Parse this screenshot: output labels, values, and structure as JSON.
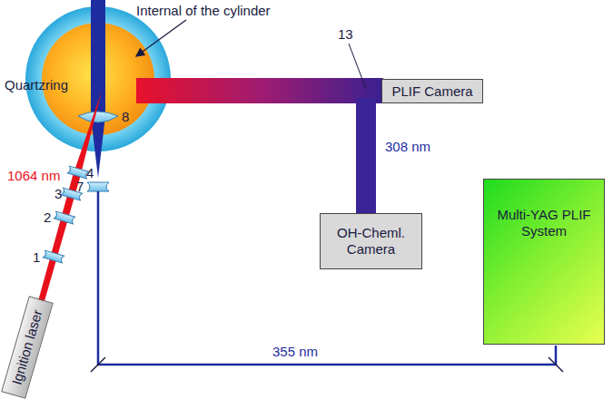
{
  "diagram": {
    "nodes": [
      {
        "text": [
          "Ignition laser"
        ]
      },
      {
        "text": [
          "PLIF Camera"
        ]
      },
      {
        "text": [
          "OH-Cheml. Camera"
        ]
      },
      {
        "text": [
          "Multi-YAG PLIF System"
        ]
      }
    ],
    "labels": [
      "Internal of the cylinder",
      "Quartzring",
      "1064 nm",
      "4",
      "3",
      "2",
      "1",
      "8",
      "7",
      "13",
      "308 nm",
      "355 nm"
    ]
  }
}
